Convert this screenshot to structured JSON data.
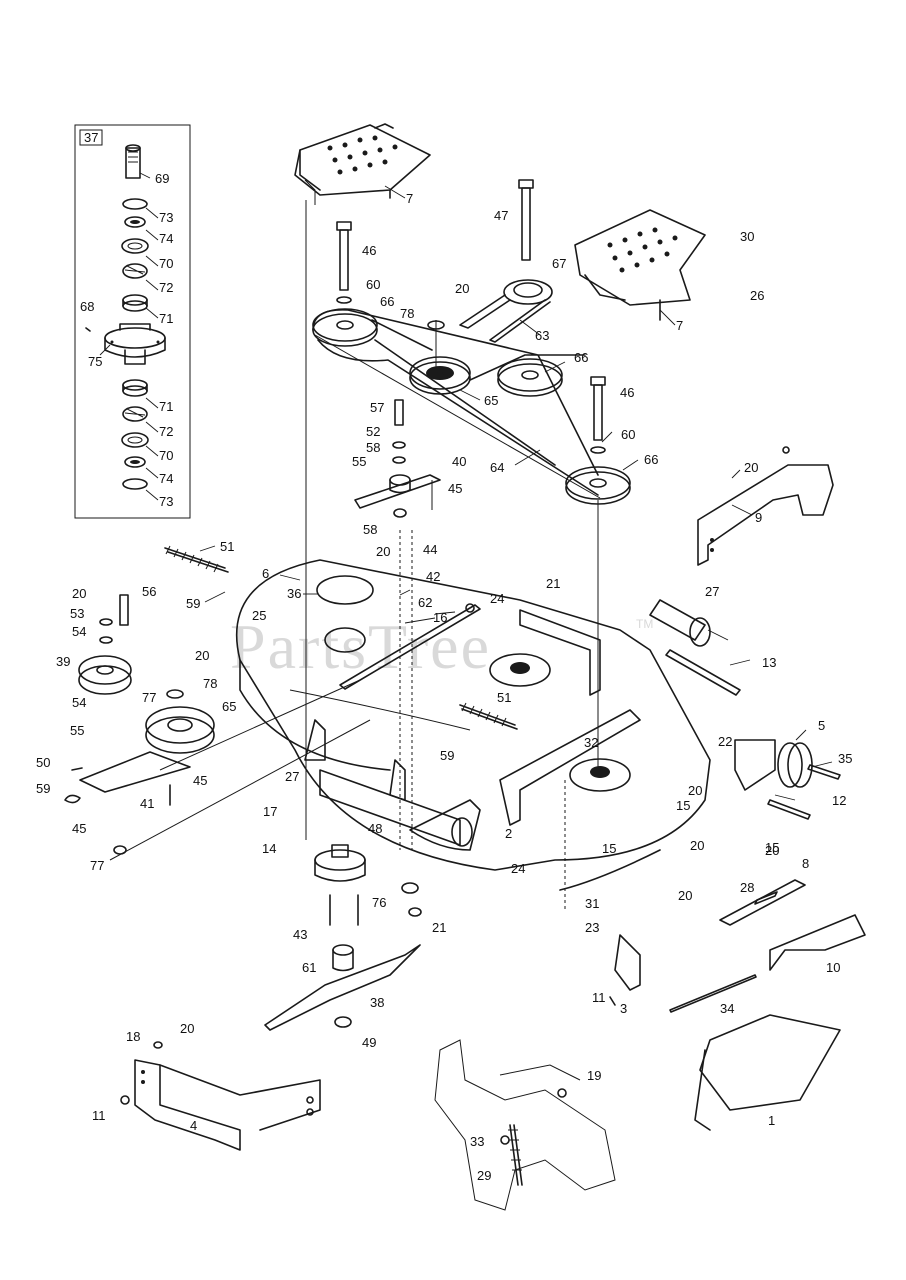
{
  "watermark": {
    "text": "PartsTree",
    "trademark": "TM"
  },
  "inset": {
    "label": "37"
  },
  "callouts": [
    "1",
    "2",
    "3",
    "4",
    "5",
    "6",
    "7",
    "7",
    "8",
    "9",
    "10",
    "11",
    "11",
    "12",
    "13",
    "14",
    "15",
    "15",
    "15",
    "16",
    "17",
    "18",
    "19",
    "20",
    "20",
    "20",
    "20",
    "20",
    "20",
    "20",
    "20",
    "20",
    "20",
    "21",
    "21",
    "22",
    "23",
    "24",
    "24",
    "25",
    "26",
    "27",
    "27",
    "28",
    "29",
    "30",
    "31",
    "32",
    "33",
    "34",
    "35",
    "36",
    "38",
    "39",
    "40",
    "41",
    "42",
    "43",
    "44",
    "45",
    "45",
    "45",
    "46",
    "46",
    "47",
    "48",
    "49",
    "50",
    "51",
    "51",
    "52",
    "53",
    "54",
    "54",
    "55",
    "55",
    "56",
    "57",
    "58",
    "58",
    "59",
    "59",
    "59",
    "60",
    "60",
    "61",
    "62",
    "63",
    "64",
    "65",
    "65",
    "66",
    "66",
    "66",
    "67",
    "68",
    "69",
    "70",
    "70",
    "71",
    "71",
    "72",
    "72",
    "73",
    "73",
    "74",
    "74",
    "75",
    "76",
    "77",
    "77",
    "78",
    "78"
  ]
}
